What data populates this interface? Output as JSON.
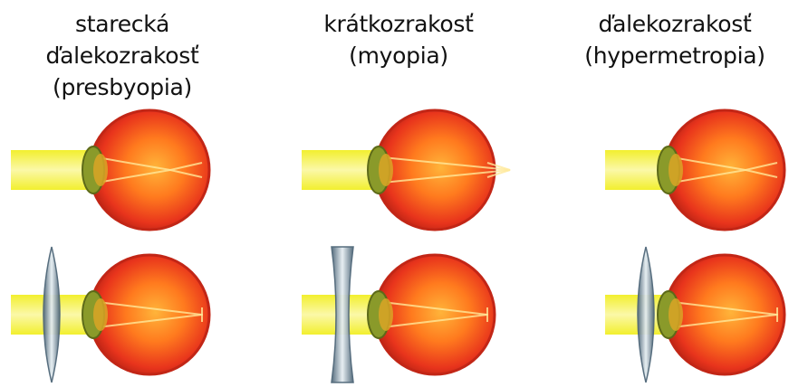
{
  "panels": [
    {
      "id": "presbyopia",
      "title_lines": [
        "starecká",
        "ďalekozrakosť",
        "(presbyopia)"
      ],
      "correction_lens": "convex"
    },
    {
      "id": "myopia",
      "title_lines": [
        "krátkozrakosť",
        "(myopia)"
      ],
      "correction_lens": "concave"
    },
    {
      "id": "hypermetropia",
      "title_lines": [
        "ďalekozrakosť",
        "(hypermetropia)"
      ],
      "correction_lens": "convex"
    }
  ],
  "colors": {
    "light_beam": "#f2ef2e",
    "light_beam_glow": "#fbf8a8",
    "eye_outer": "#e8341c",
    "eye_inner": "#ff7a1e",
    "eye_core": "#ffb43a",
    "sclera_edge": "#c22616",
    "cornea": "#8a9a2a",
    "lens_glass": "#9fb4c4",
    "lens_edge": "#4e6678"
  }
}
